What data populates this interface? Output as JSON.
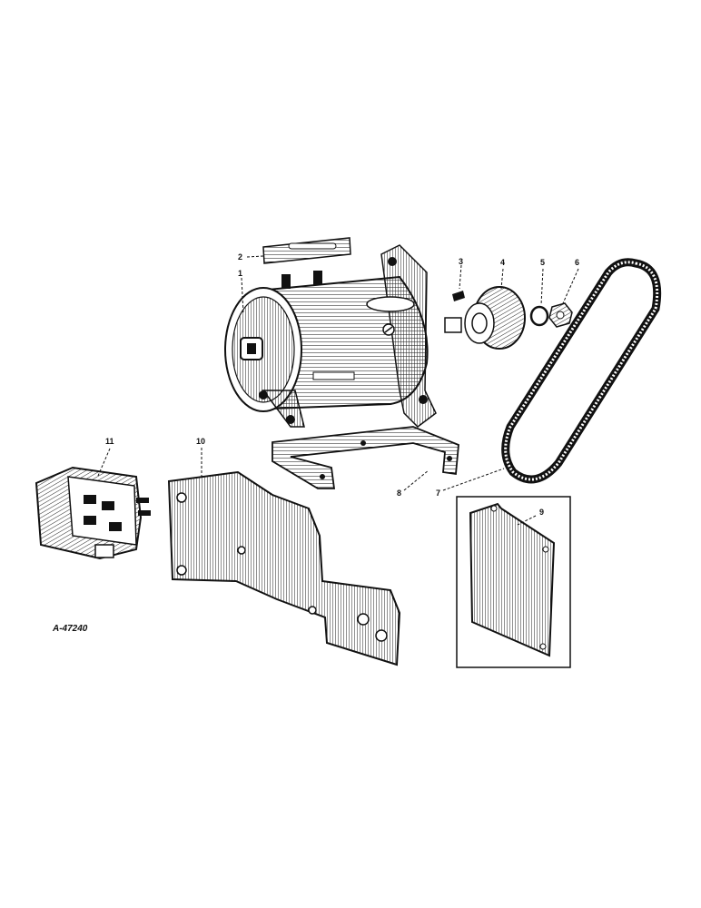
{
  "figure_id": "A-47240",
  "callouts": {
    "c1": "1",
    "c2": "2",
    "c3": "3",
    "c4": "4",
    "c5": "5",
    "c6": "6",
    "c7": "7",
    "c8": "8",
    "c9": "9",
    "c10": "10",
    "c11": "11"
  }
}
